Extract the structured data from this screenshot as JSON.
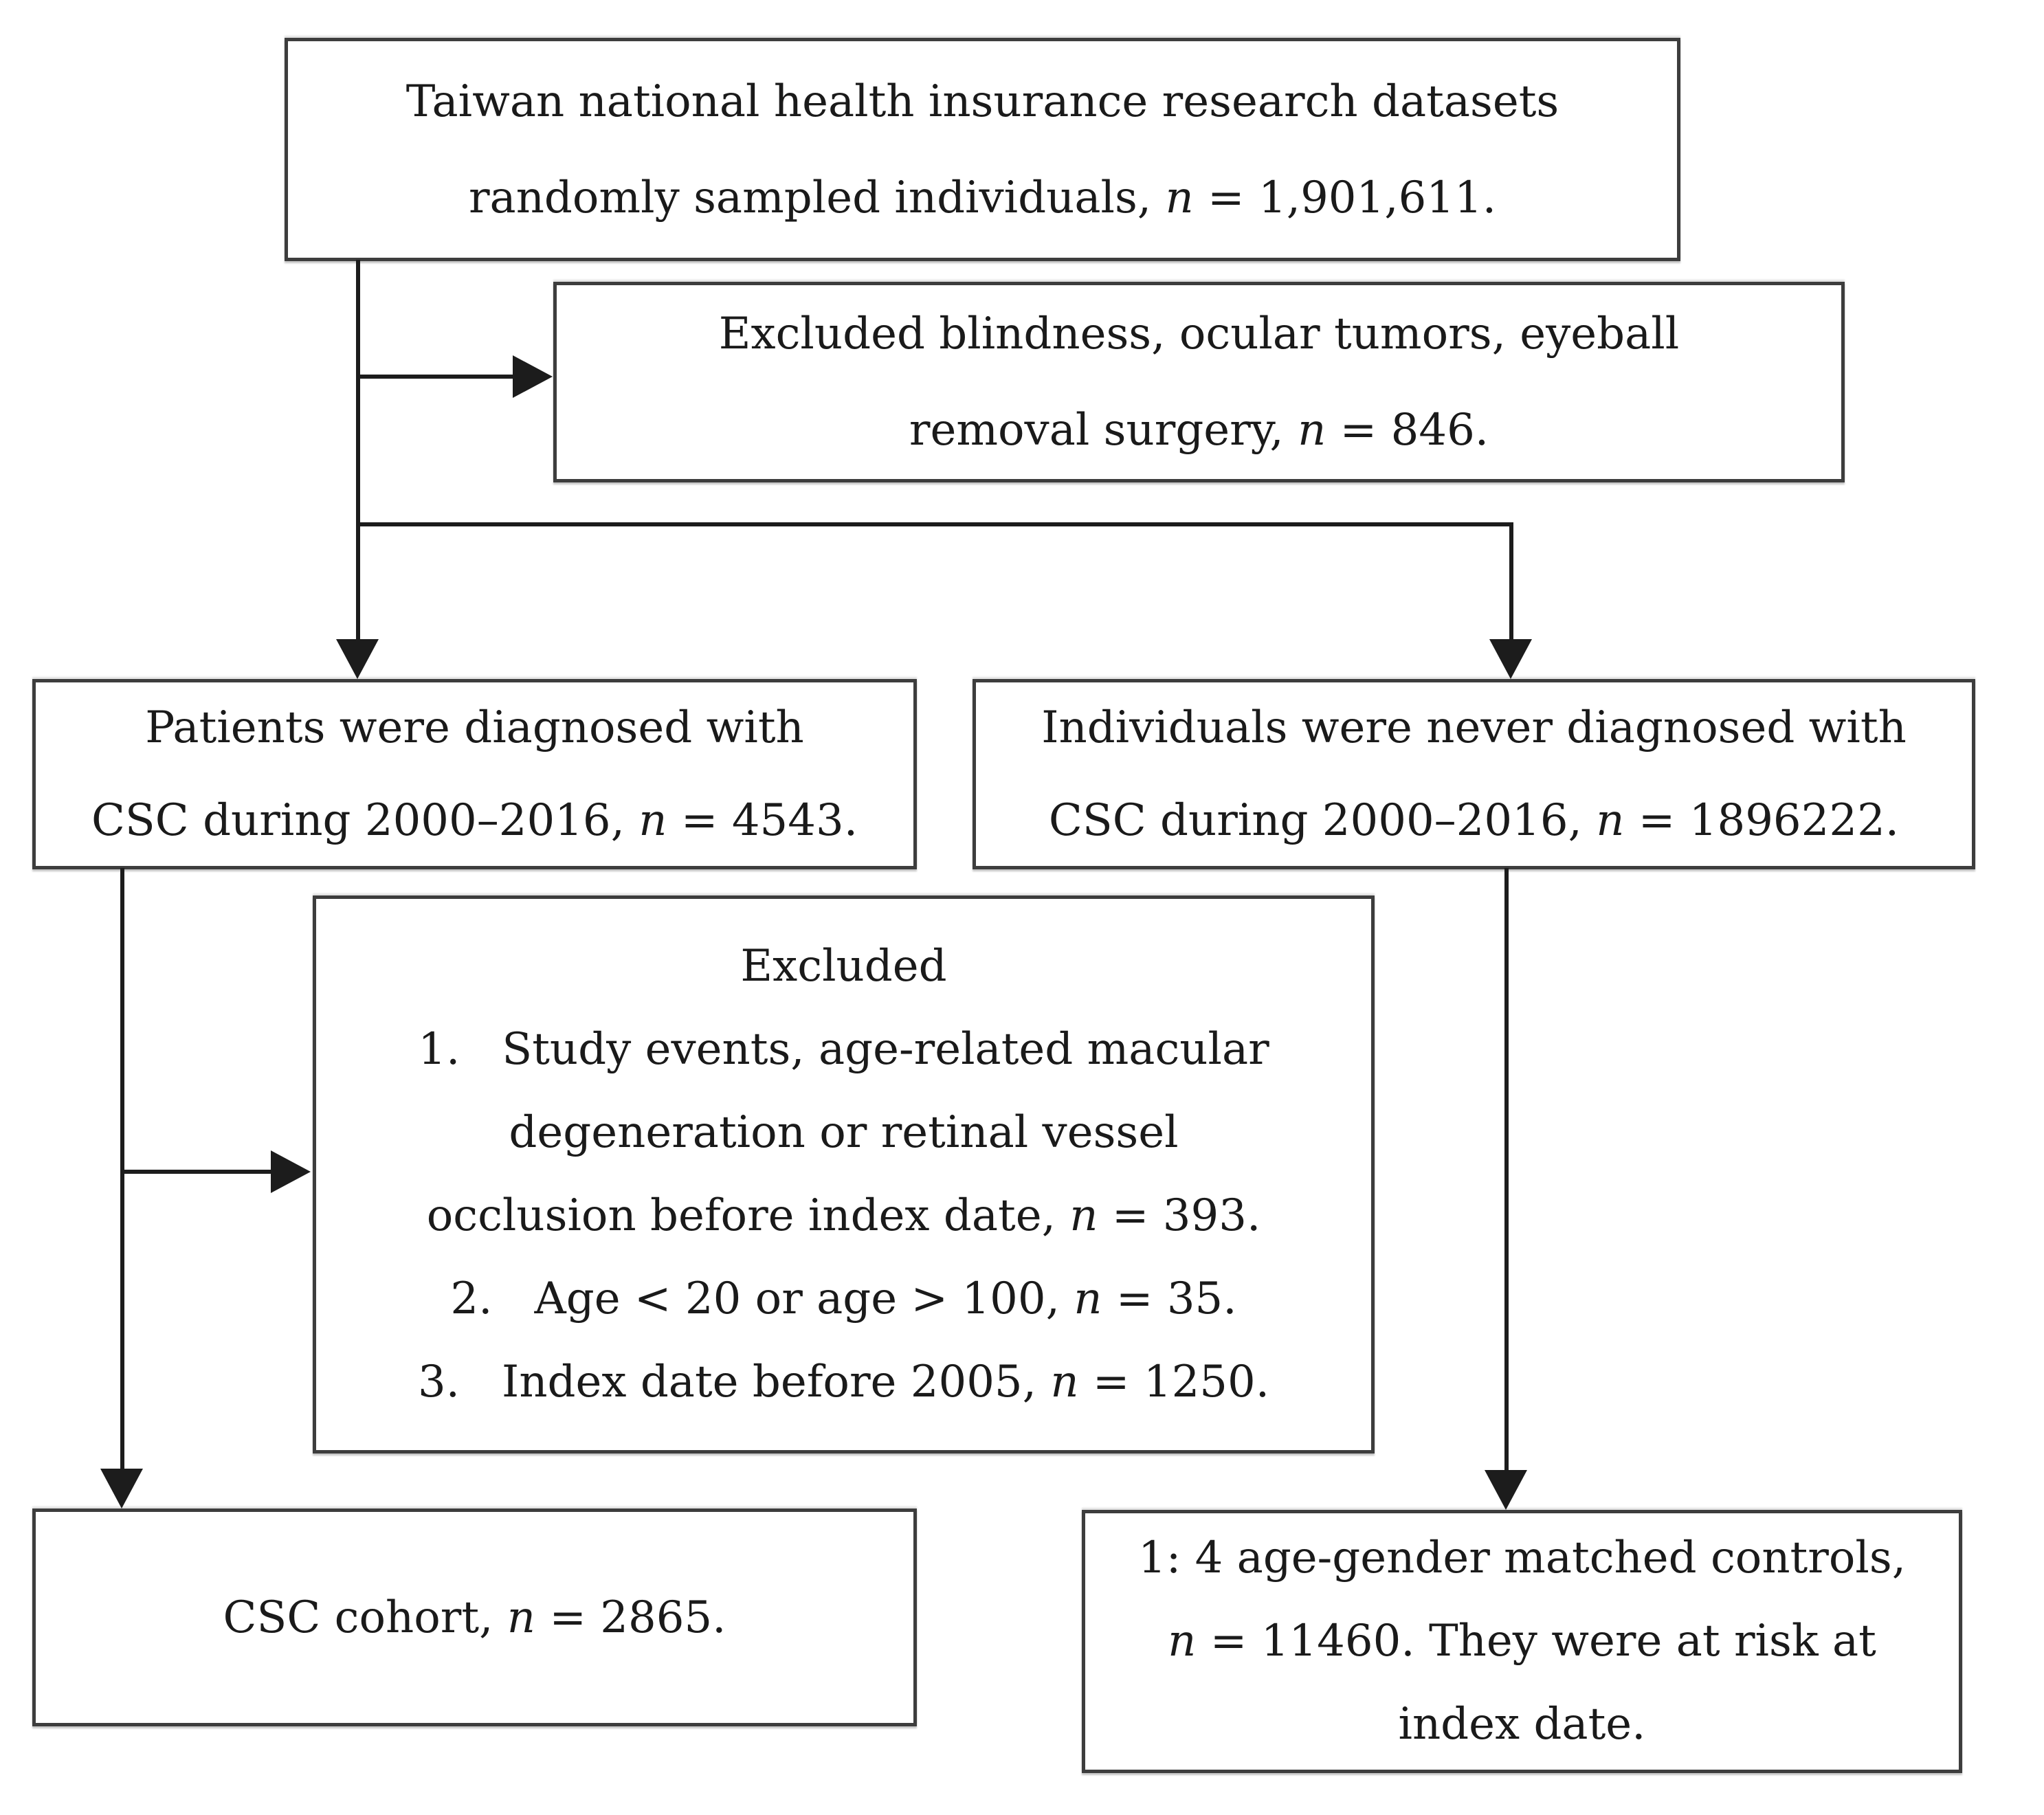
{
  "figure": {
    "type": "study-flow-diagram",
    "background_color": "#ffffff",
    "box_border_color": "#3d3d3d",
    "connector_color": "#1c1c1c",
    "text_color": "#1a1a1a"
  },
  "nodes": {
    "population": {
      "lines": [
        [
          "Taiwan national health insurance research datasets"
        ],
        [
          "randomly sampled individuals, ",
          {
            "i": "n"
          },
          " = 1,901,611."
        ]
      ]
    },
    "excluded_initial": {
      "lines": [
        [
          "Excluded blindness, ocular tumors, eyeball"
        ],
        [
          "removal surgery, ",
          {
            "i": "n"
          },
          " = 846."
        ]
      ]
    },
    "csc_patients": {
      "lines": [
        [
          "Patients were diagnosed with"
        ],
        [
          "CSC during 2000–2016, ",
          {
            "i": "n"
          },
          " = 4543."
        ]
      ]
    },
    "non_csc": {
      "lines": [
        [
          "Individuals were never diagnosed with"
        ],
        [
          "CSC during 2000–2016, ",
          {
            "i": "n"
          },
          " = 1896222."
        ]
      ]
    },
    "excluded_csc": {
      "lines": [
        [
          "Excluded"
        ],
        [
          "1.   Study events, age-related macular"
        ],
        [
          "degeneration or retinal vessel"
        ],
        [
          "occlusion before index date, ",
          {
            "i": "n"
          },
          " = 393."
        ],
        [
          "2.   Age < 20 or age > 100, ",
          {
            "i": "n"
          },
          " = 35."
        ],
        [
          "3.   Index date before 2005, ",
          {
            "i": "n"
          },
          " = 1250."
        ]
      ]
    },
    "csc_cohort": {
      "lines": [
        [
          "CSC cohort, ",
          {
            "i": "n"
          },
          " = 2865."
        ]
      ]
    },
    "matched_controls": {
      "lines": [
        [
          "1: 4 age-gender matched controls,"
        ],
        [
          {
            "i": "n"
          },
          " = 11460. They were at risk at"
        ],
        [
          "index date."
        ]
      ]
    }
  },
  "edges": [
    {
      "from": "population",
      "to": "csc_patients"
    },
    {
      "from": "population",
      "to": "excluded_initial"
    },
    {
      "from": "population",
      "to": "non_csc"
    },
    {
      "from": "csc_patients",
      "to": "excluded_csc"
    },
    {
      "from": "csc_patients",
      "to": "csc_cohort"
    },
    {
      "from": "non_csc",
      "to": "matched_controls"
    }
  ]
}
